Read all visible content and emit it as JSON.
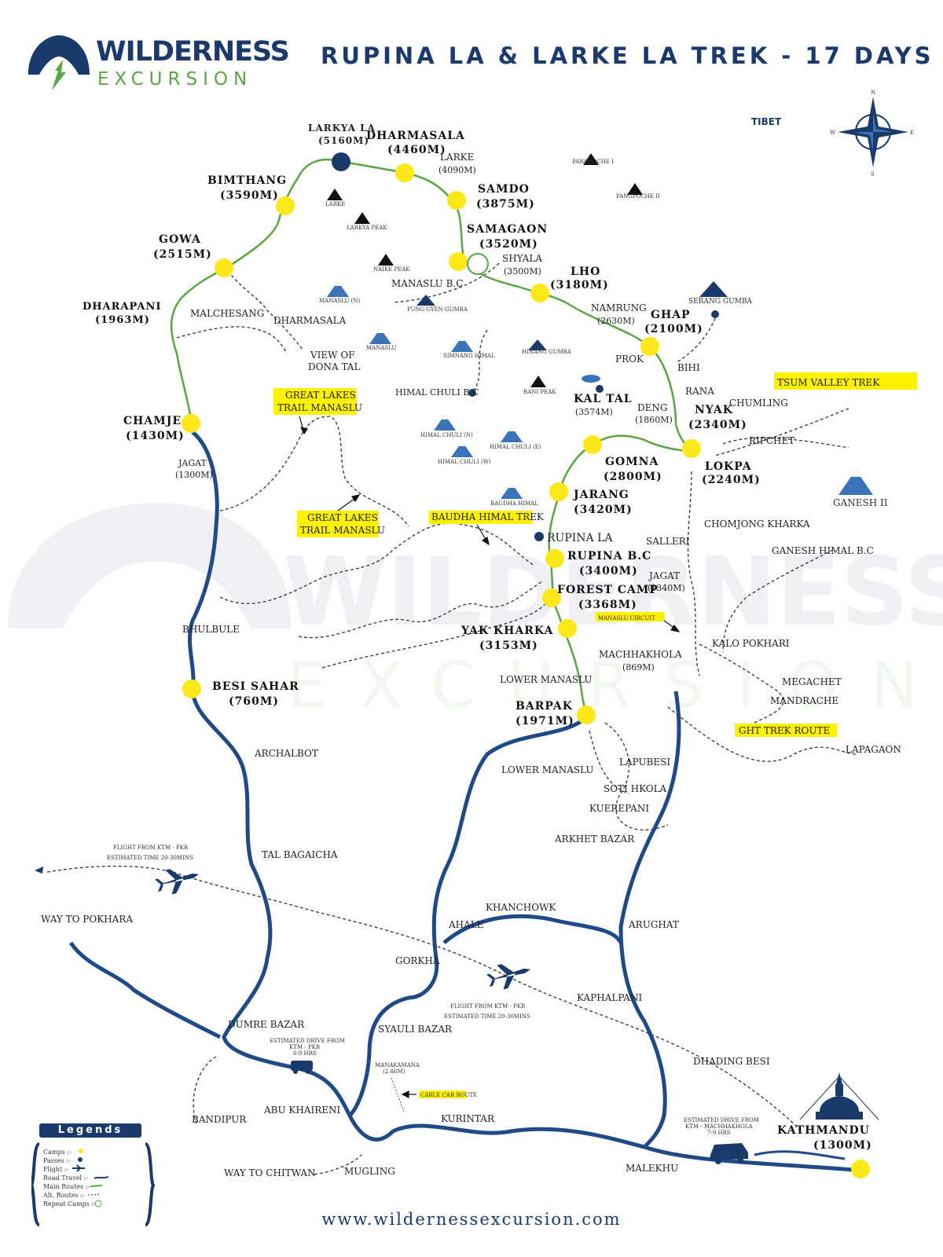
{
  "brand": {
    "line1": "WILDERNESS",
    "line2": "EXCURSION"
  },
  "title": "RUPINA LA & LARKE LA TREK - 17 DAYS",
  "website": "www.wildernessexcursion.com",
  "colors": {
    "navy": "#1a3a6b",
    "green_route": "#5aa642",
    "camp_yellow": "#ffe81a",
    "road_blue": "#1f4a86",
    "highlight": "#fff200"
  },
  "compass": {
    "n": "N",
    "s": "S",
    "e": "E",
    "w": "W"
  },
  "region": {
    "tibet": "TIBET"
  },
  "camps": {
    "larkya_la": {
      "name": "LARKYA LA",
      "alt": "(5160M)"
    },
    "dharmasala": {
      "name": "DHARMASALA",
      "alt": "(4460M)"
    },
    "samdo": {
      "name": "SAMDO",
      "alt": "(3875M)"
    },
    "samagaon": {
      "name": "SAMAGAON",
      "alt": "(3520M)"
    },
    "lho": {
      "name": "LHO",
      "alt": "(3180M)"
    },
    "ghap": {
      "name": "GHAP",
      "alt": "(2100M)"
    },
    "nyak": {
      "name": "NYAK",
      "alt": "(2340M)"
    },
    "lokpa": {
      "name": "LOKPA",
      "alt": "(2240M)"
    },
    "gomna": {
      "name": "GOMNA",
      "alt": "(2800M)"
    },
    "jarang": {
      "name": "JARANG",
      "alt": "(3420M)"
    },
    "rupina_bc": {
      "name": "RUPINA B.C",
      "alt": "(3400M)"
    },
    "forest_camp": {
      "name": "FOREST CAMP",
      "alt": "(3368M)"
    },
    "yak_kharka": {
      "name": "YAK KHARKA",
      "alt": "(3153M)"
    },
    "barpak": {
      "name": "BARPAK",
      "alt": "(1971M)"
    },
    "bimthang": {
      "name": "BIMTHANG",
      "alt": "(3590M)"
    },
    "gowa": {
      "name": "GOWA",
      "alt": "(2515M)"
    },
    "dharapani": {
      "name": "DHARAPANI",
      "alt": "(1963M)"
    },
    "chamje": {
      "name": "CHAMJE",
      "alt": "(1430M)"
    },
    "besi_sahar": {
      "name": "BESI SAHAR",
      "alt": "(760M)"
    },
    "kathmandu": {
      "name": "KATHMANDU",
      "alt": "(1300M)"
    }
  },
  "places": {
    "larke": "LARKE",
    "larke_alt": "(4090M)",
    "shyala": "SHYALA",
    "shyala_alt": "(3500M)",
    "manaslu_bc": "MANASLU B.C",
    "namrung": "NAMRUNG",
    "namrung_alt": "(2630M)",
    "prok": "PROK",
    "bihi": "BIHI",
    "rana": "RANA",
    "kal_tal": "KAL TAL",
    "kal_tal_alt": "(3574M)",
    "deng": "DENG",
    "deng_alt": "(1860M)",
    "chumling": "CHUMLING",
    "ripchet": "RIPCHET",
    "himal_chuli_bc": "HIMAL CHULI B.C",
    "malchesang": "MALCHESANG",
    "dharmasala2": "DHARMASALA",
    "view_of": "VIEW OF",
    "dona_tal": "DONA TAL",
    "jagat": "JAGAT",
    "jagat_alt": "(1300M)",
    "jagat2": "JAGAT",
    "jagat2_alt": "(1340M)",
    "rupina_la": "RUPINA LA",
    "salleri": "SALLERI",
    "chomjong_kharka": "CHOMJONG KHARKA",
    "ganesh_himal_bc": "GANESH HIMAL B.C",
    "kalo_pokhari": "KALO POKHARI",
    "machhakhola": "MACHHAKHOLA",
    "machhakhola_alt": "(869M)",
    "megachet": "MEGACHET",
    "mandrache": "MANDRACHE",
    "lower_manaslu": "LOWER MANASLU",
    "lower_manaslu2": "LOWER MANASLU",
    "lapubesi": "LAPUBESI",
    "lapagaon": "LAPAGAON",
    "soti_hkola": "SOTI HKOLA",
    "kuerepani": "KUEREPANI",
    "arkhet_bazar": "ARKHET BAZAR",
    "bhulbule": "BHULBULE",
    "archalbot": "ARCHALBOT",
    "tal_bagaicha": "TAL BAGAICHA",
    "way_to_pokhara": "WAY TO POKHARA",
    "khanchowk": "KHANCHOWK",
    "ahale": "AHALE",
    "arughat": "ARUGHAT",
    "gorkha": "GORKHA",
    "kaphalpani": "KAPHALPANI",
    "dumre_bazar": "DUMRE BAZAR",
    "syauli_bazar": "SYAULI BAZAR",
    "dhading_besi": "DHADING BESI",
    "bandipur": "BANDIPUR",
    "abu_khaireni": "ABU KHAIRENI",
    "kurintar": "KURINTAR",
    "way_to_chitwan": "WAY TO CHITWAN",
    "mugling": "MUGLING",
    "malekhu": "MALEKHU",
    "manakamana": "MANAKAMANA",
    "manakamana2": "(2.46M)"
  },
  "peaks": {
    "pangpoche1": "PANGPOCHE I",
    "pangpoche2": "PANGPOCHE II",
    "larke": "LARKE",
    "larkya_peak": "LARKYA PEAK",
    "naike_peak": "NAIKE PEAK",
    "manaslu_n": "MANASLU (N)",
    "pung_gyen": "PUNG GYEN GUMBA",
    "manaslu": "MANASLU",
    "simnang_himal": "SIMNANG HIMAL",
    "hinang_gumba": "HINANG GUMBA",
    "serang_gumba": "SERANG GUMBA",
    "rani_peak": "RANI PEAK",
    "himal_chuli_n": "HIMAL CHULI (N)",
    "himal_chuli_e": "HIMAL CHULI (E)",
    "himal_chuli_w": "HIMAL CHULI (W)",
    "baudha_himal": "BAUDHA HIMAL",
    "ganesh_ii": "GANESH II"
  },
  "highlights": {
    "tsum_valley": "TSUM VALLEY TREK",
    "great_lakes_1a": "GREAT LAKES",
    "great_lakes_1b": "TRAIL MANASLU",
    "great_lakes_2a": "GREAT LAKES",
    "great_lakes_2b": "TRAIL MANASLU",
    "baudha_himal_trek": "BAUDHA HIMAL TREK",
    "manaslu_circuit": "MANASLU CIRCUIT",
    "ght_trek_route": "GHT TREK ROUTE",
    "cable_car": "CABLE CAR ROUTE"
  },
  "notes": {
    "flight1a": "FLIGHT FROM KTM - PKR",
    "flight1b": "ESTIMATED TIME 20-30MINS",
    "flight2a": "FLIGHT FROM KTM - PKR",
    "flight2b": "ESTIMATED TIME 20-30MINS",
    "drive1a": "ESTIMATED DRIVE FROM",
    "drive1b": "KTM - PKR",
    "drive1c": "6-9 HRS",
    "drive2a": "ESTIMATED DRIVE FROM",
    "drive2b": "KTM - MACHHAKHOLA",
    "drive2c": "7-9 HRS"
  },
  "legend": {
    "title": "Legends",
    "items": [
      "Camps :-",
      "Passes :-",
      "Flight :-",
      "Road Travel :-",
      "Main Routes :-",
      "Alt. Routes :-",
      "Repeat Camps :-"
    ]
  },
  "watermark": {
    "line1": "WILDERNESS",
    "line2": "EXCURSION"
  }
}
